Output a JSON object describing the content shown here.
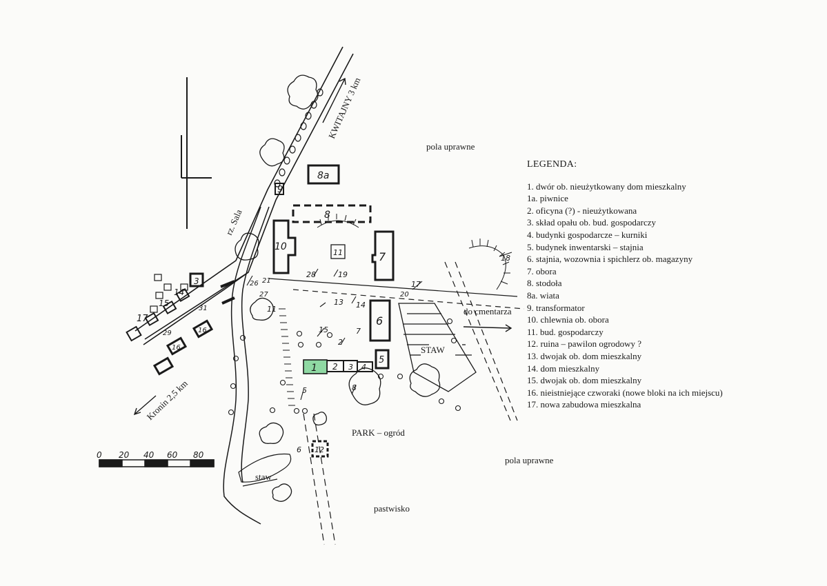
{
  "legend": {
    "title": "LEGENDA:",
    "items": [
      "1. dwór ob. nieużytkowany dom mieszkalny",
      "1a. piwnice",
      "2. oficyna (?) - nieużytkowana",
      "3. skład opału ob. bud. gospodarczy",
      "4. budynki gospodarcze – kurniki",
      "5. budynek inwentarski – stajnia",
      "6. stajnia, wozownia i spichlerz ob. magazyny",
      "7. obora",
      "8. stodoła",
      "8a. wiata",
      "9. transformator",
      "10. chlewnia ob. obora",
      "11. bud. gospodarczy",
      "12. ruina – pawilon ogrodowy ?",
      "13. dwojak ob. dom mieszkalny",
      "14. dom mieszkalny",
      "15. dwojak ob. dom mieszkalny",
      "16. nieistniejące czworaki (nowe bloki na ich miejscu)",
      "17. nowa zabudowa mieszkalna"
    ]
  },
  "map_labels": {
    "road_north": "KWITAJNY 3 km",
    "road_southwest": "Kronin 2,5 km",
    "river": "rz. Sala",
    "fields_north": "pola uprawne",
    "fields_south": "pola uprawne",
    "cemetery_road": "do cmentarza",
    "pond_big": "STAW",
    "pond_small": "staw",
    "park": "PARK – ogród",
    "pasture": "pastwisko"
  },
  "building_numbers": {
    "b1": "1",
    "b2": "2",
    "b3": "3",
    "b4": "4",
    "b5": "5",
    "b6": "6",
    "b7": "7",
    "b8": "8",
    "b8a": "8a",
    "b9": "9",
    "b10": "10",
    "b11": "11",
    "b12": "12",
    "w3": "3",
    "w14": "14",
    "w15": "15",
    "w16a": "16",
    "w16b": "16",
    "w17": "17"
  },
  "markers": [
    "2",
    "5",
    "6",
    "7",
    "8",
    "11",
    "13",
    "14",
    "15",
    "17",
    "18",
    "19",
    "20",
    "21",
    "26",
    "27",
    "28",
    "29",
    "31"
  ],
  "scale": {
    "ticks": [
      "0",
      "20",
      "40",
      "60",
      "80"
    ]
  },
  "colors": {
    "manor_fill": "#8fd9a3",
    "ink": "#1a1a1a",
    "paper": "#fbfbf9"
  }
}
